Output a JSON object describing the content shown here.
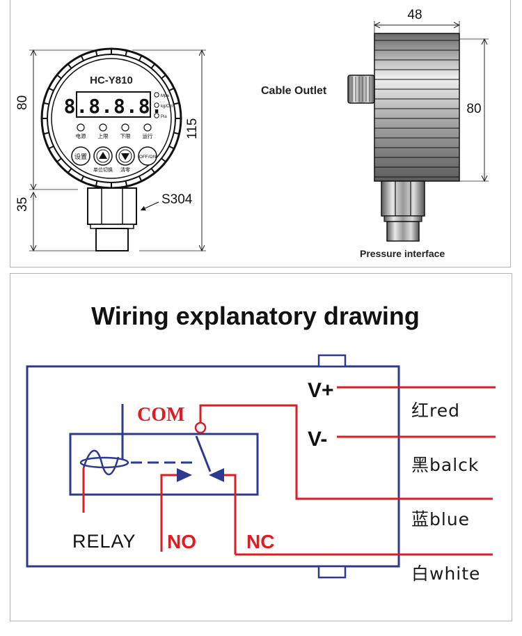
{
  "device": {
    "model": "HC-Y810",
    "display_value": "8.8.8.8.",
    "units": [
      "Mpa",
      "kg/Cm",
      "Pia"
    ],
    "indicators": [
      "电源",
      "上限",
      "下限",
      "运行"
    ],
    "buttons": [
      "设置",
      "▲",
      "▼",
      "OFF/ON"
    ],
    "button_captions": [
      "单位切换",
      "清零"
    ]
  },
  "dimensions": {
    "front_height": "80",
    "total_height": "115",
    "stem_height": "35",
    "side_width": "48",
    "side_height": "80"
  },
  "labels": {
    "material": "S304",
    "cable_outlet": "Cable Outlet",
    "pressure_interface": "Pressure interface"
  },
  "wiring": {
    "title": "Wiring explanatory drawing",
    "supply_plus": "V+",
    "supply_minus": "V-",
    "com": "COM",
    "relay": "RELAY",
    "no": "NO",
    "nc": "NC",
    "wires": [
      {
        "color_cn": "红",
        "color_en": "red"
      },
      {
        "color_cn": "黑",
        "color_en": "balck"
      },
      {
        "color_cn": "蓝",
        "color_en": "blue"
      },
      {
        "color_cn": "白",
        "color_en": "white"
      }
    ],
    "colors": {
      "wire": "#e11b22",
      "frame": "#2b3990"
    }
  }
}
